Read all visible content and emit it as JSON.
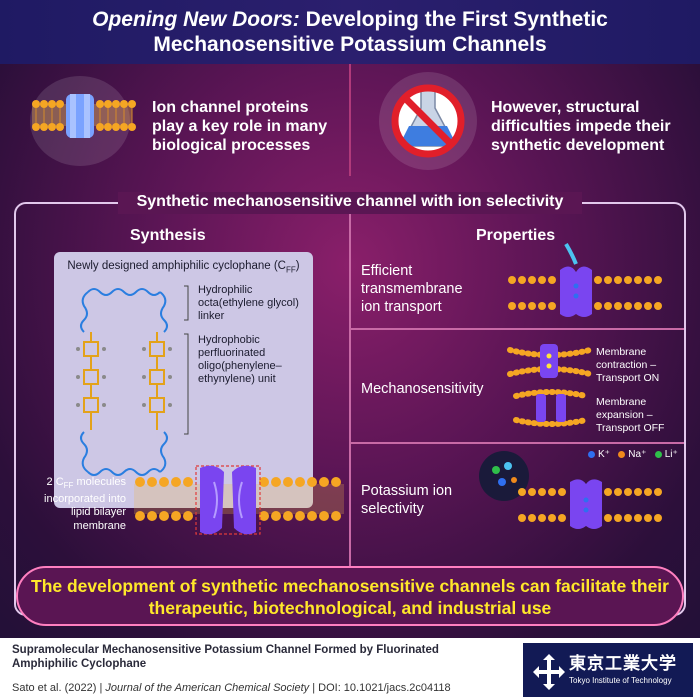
{
  "header": {
    "title_italic": "Opening New Doors:",
    "title_rest": " Developing the First Synthetic",
    "title_line2": "Mechanosensitive Potassium Channels"
  },
  "intro": {
    "left_text": "Ion channel proteins play a key role in many biological processes",
    "right_text": "However, structural difficulties impede their synthetic development"
  },
  "panel": {
    "title": "Synthetic mechanosensitive channel with ion selectivity",
    "synthesis": {
      "heading": "Synthesis",
      "box_title_prefix": "Newly designed amphiphilic cyclophane (C",
      "box_title_sub": "FF",
      "box_title_suffix": ")",
      "hydrophilic_label": "Hydrophilic octa(ethylene glycol) linker",
      "hydrophobic_label": "Hydrophobic perfluorinated oligo(phenylene–ethynylene) unit",
      "bilayer_prefix": "2 C",
      "bilayer_sub": "FF",
      "bilayer_suffix": " molecules incorporated into lipid bilayer membrane"
    },
    "properties": {
      "heading": "Properties",
      "items": [
        {
          "label": "Efficient transmembrane ion transport"
        },
        {
          "label": "Mechanosensitivity"
        },
        {
          "label": "Potassium ion selectivity"
        }
      ],
      "contraction_label": "Membrane contraction – Transport ON",
      "expansion_label": "Membrane expansion – Transport OFF",
      "legend": [
        {
          "label": "K⁺",
          "color": "#2f6ff0"
        },
        {
          "label": "Na⁺",
          "color": "#f08a1c"
        },
        {
          "label": "Li⁺",
          "color": "#2fbf4a"
        }
      ]
    }
  },
  "conclusion": "The development of synthetic mechanosensitive channels can facilitate their therapeutic, biotechnological, and industrial use",
  "footer": {
    "paper_title": "Supramolecular Mechanosensitive Potassium Channel Formed by Fluorinated Amphiphilic Cyclophane",
    "authors": "Sato et al.",
    "year": " (2022) | ",
    "journal": "Journal of the American Chemical Society",
    "doi": " | DOI: 10.1021/jacs.2c04118",
    "logo_jp": "東京工業大学",
    "logo_en": "Tokyo Institute of Technology"
  },
  "colors": {
    "header_bg": "#231c66",
    "accent_yellow": "#ffe82a",
    "lipid_head": "#f5a623",
    "channel": "#6a3cf0"
  }
}
